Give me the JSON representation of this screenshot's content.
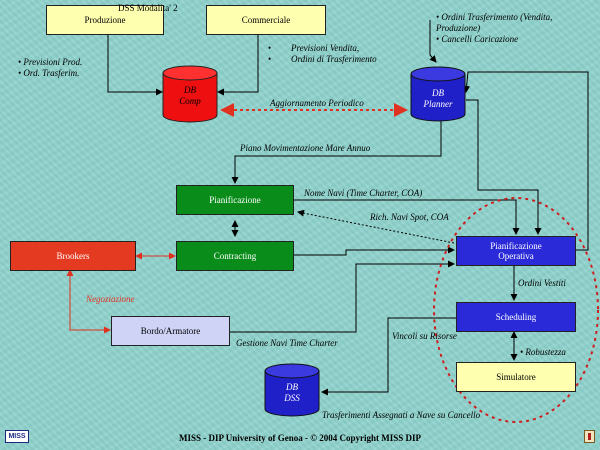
{
  "header": {
    "title": "DSS Modalita' 2"
  },
  "boxes": {
    "produzione": "Produzione",
    "commerciale": "Commerciale",
    "pianificazione": "Pianificazione",
    "contracting": "Contracting",
    "brookers": "Brookers",
    "bordo_armatore": "Bordo/Armatore",
    "pianificazione_operativa": [
      "Pianificazione",
      "Operativa"
    ],
    "scheduling": "Scheduling",
    "simulatore": "Simulatore"
  },
  "databases": {
    "db_comp": [
      "DB",
      "Comp"
    ],
    "db_planner": [
      "DB",
      "Planner"
    ],
    "db_dss": [
      "DB",
      "DSS"
    ]
  },
  "notes": {
    "produzione_items": [
      "• Previsioni Prod.",
      "• Ord. Trasferim."
    ],
    "commerciale_items": [
      "Previsioni Vendita,",
      "Ordini di Trasferimento"
    ],
    "planner_items": [
      "• Ordini Trasferimento (Vendita,",
      "Produzione)",
      "• Cancelli Caricazione"
    ]
  },
  "edge_labels": {
    "aggiornamento": "Aggiornamento Periodico",
    "piano_movimentazione": "Piano Movimentazione Mare Annuo",
    "nome_navi": "Nome Navi (Time Charter, COA)",
    "rich_navi": "Rich. Navi Spot, COA",
    "ordini_vestiti": "Ordini Vestiti",
    "negoziazione": "Negoziazione",
    "gestione_navi": "Gestione Navi Time Charter",
    "vincoli": "Vincoli su Risorse",
    "robustezza": "• Robustezza",
    "trasferimenti": "Trasferimenti Assegnati a Nave su Cancello"
  },
  "footer": {
    "logo": "MISS",
    "text": "MISS - DIP University of Genoa  -  © 2004 Copyright MISS DIP"
  },
  "colors": {
    "background": "#8fd3cd",
    "box_yellow": "#ffffb0",
    "box_green": "#0a8c1a",
    "box_red": "#e53a22",
    "box_blue": "#2a2ad8",
    "db_red": "#ee1010",
    "db_blue": "#2020c8",
    "highlight_dotted": "#cc2020"
  }
}
